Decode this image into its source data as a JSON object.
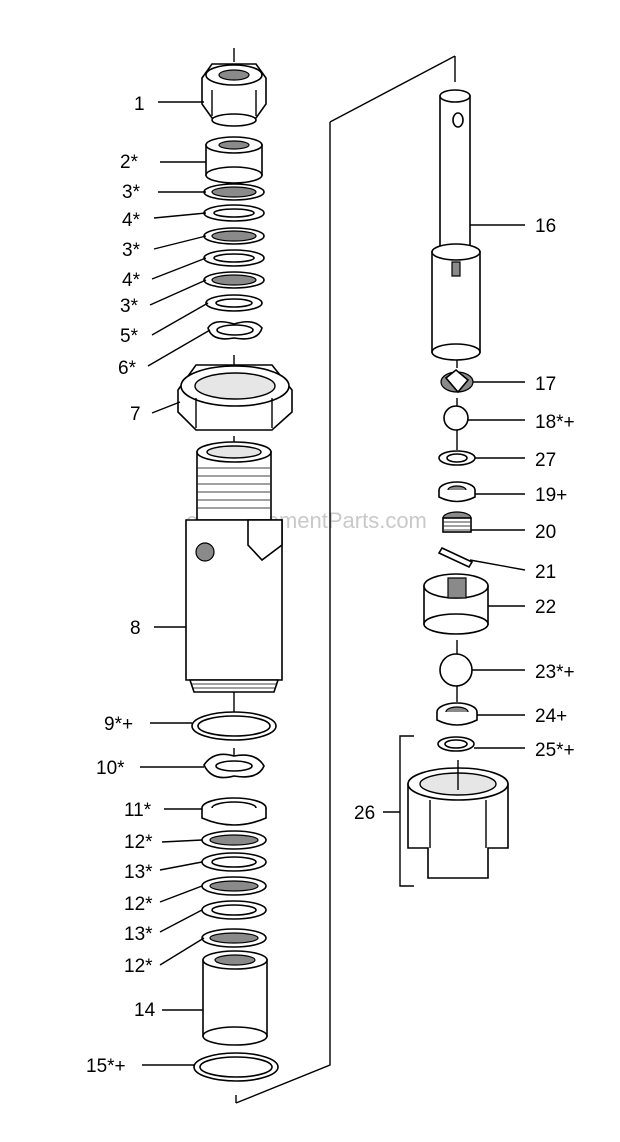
{
  "diagram": {
    "watermark": "eReplacementParts.com",
    "labels": {
      "p1": "1",
      "p2": "2*",
      "p3a": "3*",
      "p4a": "4*",
      "p3b": "3*",
      "p4b": "4*",
      "p3c": "3*",
      "p5": "5*",
      "p6": "6*",
      "p7": "7",
      "p8": "8",
      "p9": "9*+",
      "p10": "10*",
      "p11": "11*",
      "p12a": "12*",
      "p13a": "13*",
      "p12b": "12*",
      "p13b": "13*",
      "p12c": "12*",
      "p14": "14",
      "p15": "15*+",
      "p16": "16",
      "p17": "17",
      "p18": "18*+",
      "p27": "27",
      "p19": "19+",
      "p20": "20",
      "p21": "21",
      "p22": "22",
      "p23": "23*+",
      "p24": "24+",
      "p25": "25*+",
      "p26": "26"
    }
  }
}
